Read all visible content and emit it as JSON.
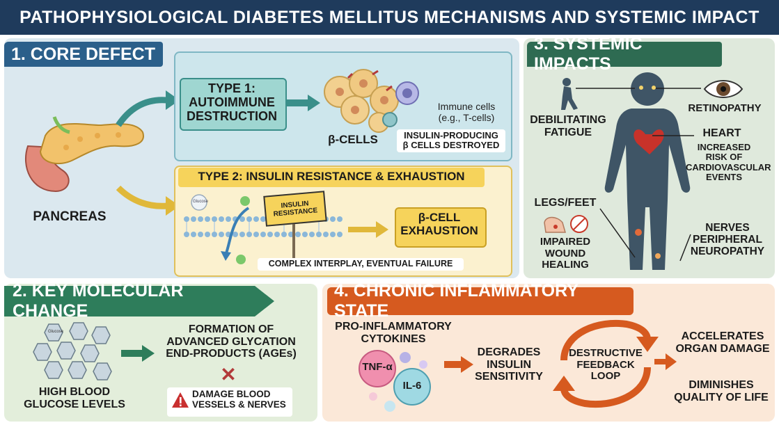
{
  "title": "PATHOPHYSIOLOGICAL DIABETES MELLITUS MECHANISMS AND SYSTEMIC IMPACT",
  "colors": {
    "navy": "#1f3b5c",
    "teal": "#3a8f8a",
    "green": "#2e7d5b",
    "orange": "#d65a1f",
    "yellow": "#f6d35b"
  },
  "core": {
    "title": "1. CORE DEFECT",
    "pancreas": "PANCREAS",
    "type1": {
      "label": "TYPE 1:\nAUTOIMMUNE\nDESTRUCTION",
      "beta": "β-CELLS",
      "immune": "Immune cells\n(e.g., T-cells)",
      "destroyed": "INSULIN-PRODUCING\nβ CELLS DESTROYED"
    },
    "type2": {
      "title": "TYPE 2: INSULIN RESISTANCE & EXHAUSTION",
      "glucose": "Glucose",
      "sign": "INSULIN\nRESISTANCE",
      "exhaustion": "β-CELL\nEXHAUSTION",
      "note": "COMPLEX INTERPLAY, EVENTUAL FAILURE"
    }
  },
  "molecular": {
    "title": "2. KEY MOLECULAR CHANGE",
    "glucose_word": "Glucose",
    "high": "HIGH BLOOD\nGLUCOSE LEVELS",
    "ages": "FORMATION OF\nADVANCED GLYCATION\nEND-PRODUCTS (AGEs)",
    "damage": "DAMAGE BLOOD\nVESSELS & NERVES"
  },
  "systemic": {
    "title": "3. SYSTEMIC IMPACTS",
    "fatigue": "DEBILITATING\nFATIGUE",
    "retinopathy": "RETINOPATHY",
    "heart": "HEART",
    "heart_risk": "INCREASED\nRISK OF\nCARDIOVASCULAR\nEVENTS",
    "legs": "LEGS/FEET",
    "wound": "IMPAIRED\nWOUND\nHEALING",
    "nerves": "NERVES\nPERIPHERAL\nNEUROPATHY"
  },
  "inflammatory": {
    "title": "4. CHRONIC INFLAMMATORY STATE",
    "cytokines": "PRO-INFLAMMATORY\nCYTOKINES",
    "tnf": "TNF-α",
    "il6": "IL-6",
    "degrades": "DEGRADES\nINSULIN\nSENSITIVITY",
    "loop": "DESTRUCTIVE\nFEEDBACK\nLOOP",
    "accelerates": "ACCELERATES\nORGAN DAMAGE",
    "diminishes": "DIMINISHES\nQUALITY OF LIFE"
  }
}
